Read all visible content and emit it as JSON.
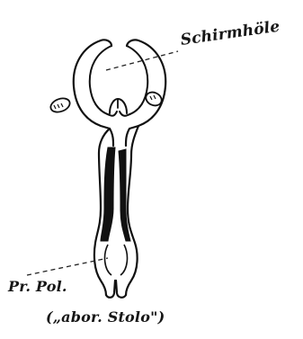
{
  "labels": {
    "schirmhoele": "Schirmhöle",
    "pr_pol": "Pr. Pol.",
    "stolo": "(„abor. Stolo\")"
  }
}
